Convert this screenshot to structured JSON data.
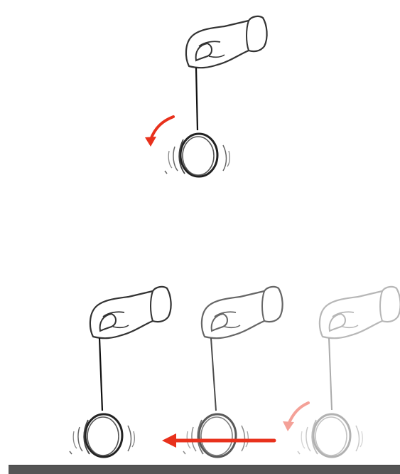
{
  "figure": {
    "ink_color": "#222222",
    "arrow_color": "#e8311c",
    "ground_color": "#555555",
    "panels": [
      {
        "id": "top",
        "description_items": [
          "hand",
          "string",
          "spinning-ring",
          "rotation-arrow"
        ]
      },
      {
        "id": "bottom",
        "description_items": [
          "three-hand-ring-stages",
          "translation-arrow",
          "ground"
        ]
      }
    ],
    "stage_opacities": [
      1,
      0.75,
      0.35
    ],
    "icons": [
      "hand-icon",
      "ring-icon",
      "curved-arrow-icon",
      "straight-arrow-icon"
    ]
  }
}
